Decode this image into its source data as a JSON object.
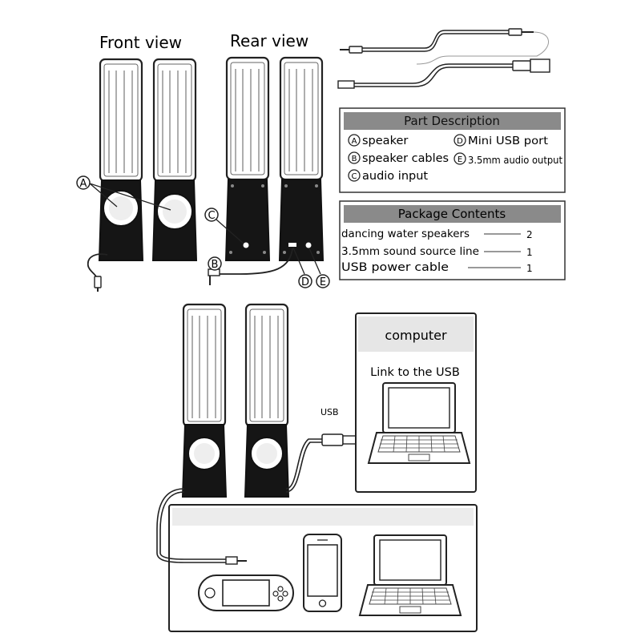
{
  "views": {
    "front_label": "Front view",
    "rear_label": "Rear view"
  },
  "callouts": {
    "a": "A",
    "b": "B",
    "c": "C",
    "d": "D",
    "e": "E"
  },
  "part_description": {
    "title": "Part Description",
    "items": [
      {
        "letter": "A",
        "text": "speaker"
      },
      {
        "letter": "B",
        "text": "speaker cables"
      },
      {
        "letter": "C",
        "text": "audio input"
      },
      {
        "letter": "D",
        "text": "Mini USB port"
      },
      {
        "letter": "E",
        "text": "3.5mm audio output"
      }
    ]
  },
  "package_contents": {
    "title": "Package Contents",
    "items": [
      {
        "name": "dancing water speakers",
        "qty": "2"
      },
      {
        "name": "3.5mm sound source line",
        "qty": "1"
      },
      {
        "name": "USB power cable",
        "qty": "1"
      }
    ]
  },
  "connection": {
    "usb_label": "USB",
    "computer_title": "computer",
    "computer_subtitle": "Link to the USB"
  },
  "colors": {
    "panel_gray": "#8a8a8a",
    "speaker_black": "#151515",
    "line": "#222222"
  }
}
